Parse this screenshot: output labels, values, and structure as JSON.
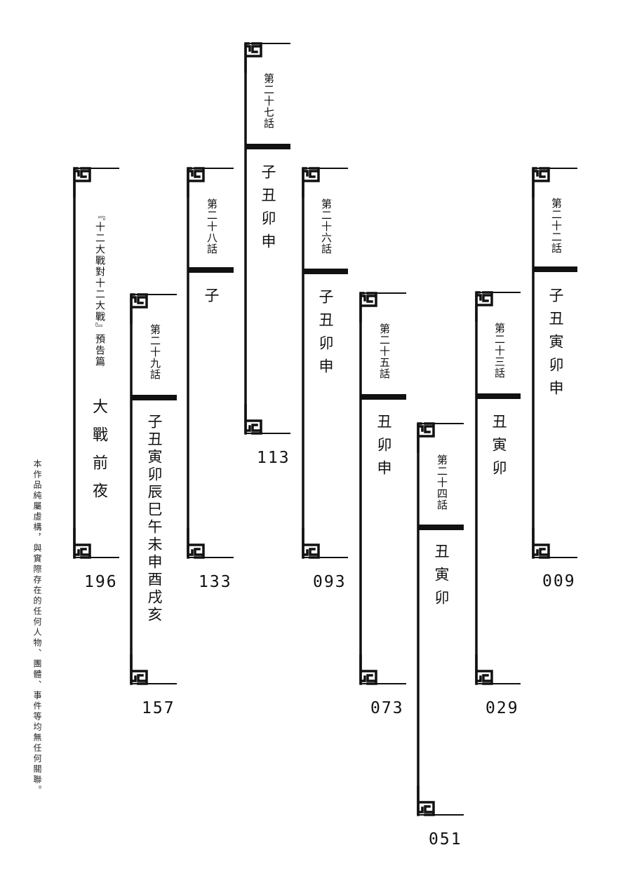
{
  "disclaimer": "本作品純屬虛構，與實際存在的任何人物、團體、事件等均無任何關聯。",
  "entries": [
    {
      "chapter": "第二十二話",
      "title": "子丑寅卯申",
      "page": "009"
    },
    {
      "chapter": "第二十三話",
      "title": "丑寅卯",
      "page": "029"
    },
    {
      "chapter": "第二十四話",
      "title": "丑寅卯",
      "page": "051"
    },
    {
      "chapter": "第二十五話",
      "title": "丑卯申",
      "page": "073"
    },
    {
      "chapter": "第二十六話",
      "title": "子丑卯申",
      "page": "093"
    },
    {
      "chapter": "第二十七話",
      "title": "子丑卯申",
      "page": "113"
    },
    {
      "chapter": "第二十八話",
      "title": "子",
      "page": "133"
    },
    {
      "chapter": "第二十九話",
      "title": "子丑寅卯辰巳午未申酉戌亥",
      "page": "157"
    },
    {
      "subtitle": "『十二大戰對十二大戰』預告篇",
      "title": "大戰前夜",
      "page": "196"
    }
  ],
  "colors": {
    "ink": "#111111",
    "paper": "#ffffff"
  }
}
